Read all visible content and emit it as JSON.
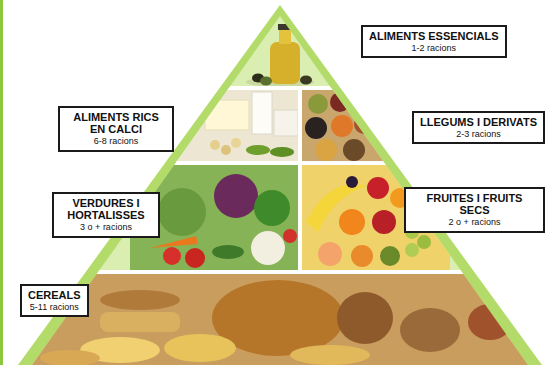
{
  "diagram": {
    "nodes": [
      {
        "text": [
          "ALIMENTS ESSENCIALS",
          "1-2 racions"
        ]
      },
      {
        "text": [
          "ALIMENTS RICS EN CALCI",
          "6-8 racions"
        ]
      },
      {
        "text": [
          "LLEGUMS I DERIVATS",
          "2-3 racions"
        ]
      },
      {
        "text": [
          "VERDURES I HORTALISSES",
          "3 o + racions"
        ]
      },
      {
        "text": [
          "FRUITES I FRUITS SECS",
          "2 o + racions"
        ]
      },
      {
        "text": [
          "CEREALS",
          "5-11 racions"
        ]
      }
    ]
  }
}
